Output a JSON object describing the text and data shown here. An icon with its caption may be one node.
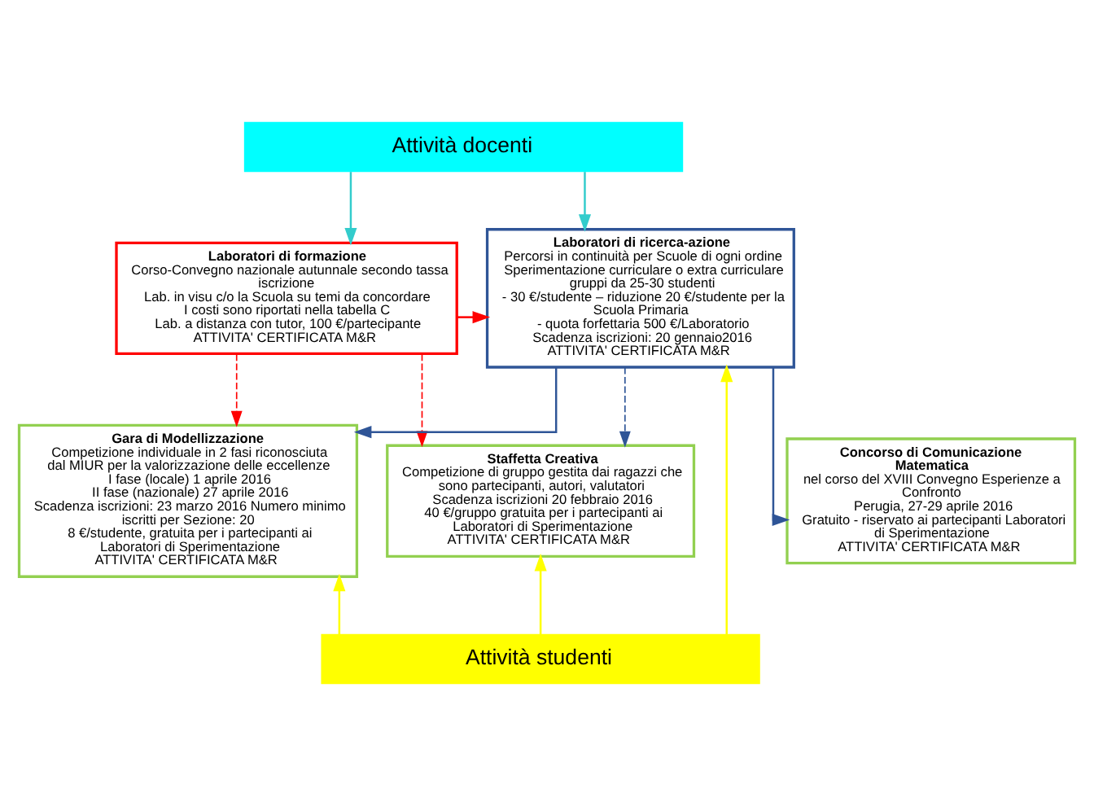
{
  "diagram": {
    "nodes": [
      {
        "text": [
          "Attività docenti"
        ]
      },
      {
        "text": [
          "Laboratori di formazione",
          "Corso-Convegno nazionale autunnale secondo tassa iscrizione",
          "Lab. in visu c/o la Scuola su temi da concordare I costi sono riportati nella tabella C",
          "Lab. a distanza con tutor, 100 €/partecipante",
          "ATTIVITA' CERTIFICATA M&R"
        ]
      },
      {
        "text": [
          "Laboratori di ricerca-azione",
          "Percorsi in continuità per Scuole di ogni ordine Sperimentazione curriculare o extra curriculare gruppi da 25-30 studenti",
          "- 30 €/studente – riduzione 20 €/studente per la Scuola Primaria",
          "- quota forfettaria 500 €/Laboratorio",
          "Scadenza iscrizioni: 20 gennaio2016",
          "ATTIVITA' CERTIFICATA M&R"
        ]
      },
      {
        "text": [
          "Gara di Modellizzazione",
          "Competizione individuale in 2 fasi riconosciuta dal MIUR per la valorizzazione delle eccellenze",
          "I fase (locale) 1 aprile 2016",
          "II fase (nazionale) 27 aprile 2016",
          "Scadenza iscrizioni: 23 marzo 2016 Numero minimo iscritti per Sezione: 20",
          "8 €/studente, gratuita per i partecipanti ai Laboratori di Sperimentazione",
          "ATTIVITA' CERTIFICATA M&R"
        ]
      },
      {
        "text": [
          "Staffetta Creativa",
          "Competizione di gruppo gestita dai ragazzi che sono partecipanti, autori, valutatori",
          "Scadenza iscrizioni 20 febbraio 2016",
          "40 €/gruppo gratuita per i partecipanti ai Laboratori di Sperimentazione",
          "ATTIVITA' CERTIFICATA M&R"
        ]
      },
      {
        "text": [
          "Concorso di Comunicazione Matematica",
          "nel corso del XVIII Convegno Esperienze a Confronto",
          "Perugia, 27-29 aprile 2016",
          "Gratuito - riservato ai partecipanti Laboratori di Sperimentazione",
          "ATTIVITA' CERTIFICATA M&R"
        ]
      },
      {
        "text": [
          "Attività studenti"
        ]
      }
    ],
    "edges": [
      {
        "from": 0,
        "to": 1,
        "arrow": "to",
        "color": "#33cccc"
      },
      {
        "from": 0,
        "to": 2,
        "arrow": "to",
        "color": "#33cccc"
      },
      {
        "from": 1,
        "to": 2,
        "arrow": "to",
        "color": "#ff0000"
      },
      {
        "from": 1,
        "to": 3,
        "arrow": "to",
        "style": "dashed",
        "color": "#ff0000"
      },
      {
        "from": 1,
        "to": 4,
        "arrow": "to",
        "style": "dashed",
        "color": "#ff0000"
      },
      {
        "from": 2,
        "to": 3,
        "arrow": "to",
        "color": "#2f5597"
      },
      {
        "from": 2,
        "to": 4,
        "arrow": "to",
        "style": "dashed",
        "color": "#2f5597"
      },
      {
        "from": 2,
        "to": 5,
        "arrow": "to",
        "color": "#2f5597"
      },
      {
        "from": 6,
        "to": 3,
        "arrow": "to",
        "color": "#ffff00"
      },
      {
        "from": 6,
        "to": 4,
        "arrow": "to",
        "color": "#ffff00"
      },
      {
        "from": 6,
        "to": 2,
        "arrow": "to",
        "color": "#ffff00"
      }
    ]
  }
}
